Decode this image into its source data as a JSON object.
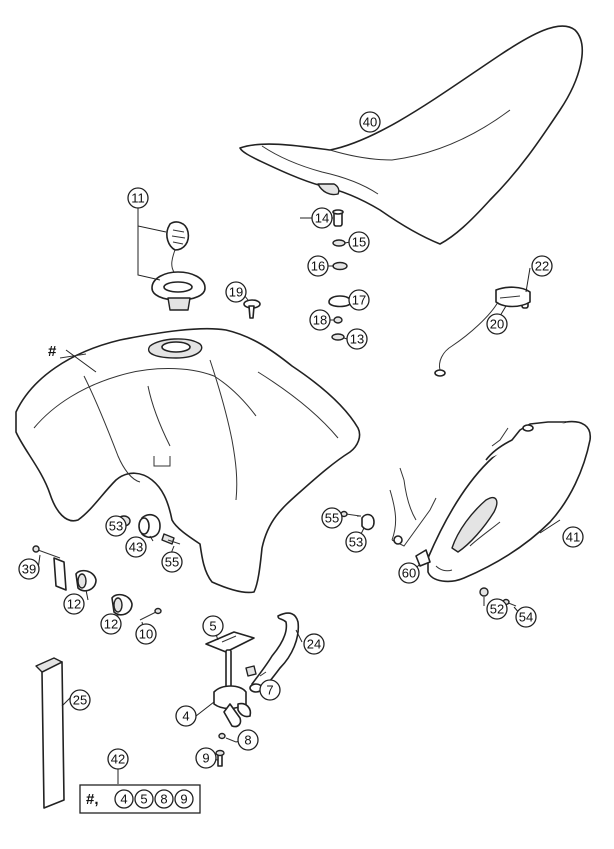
{
  "parts": [
    {
      "id": "p40",
      "label": "40"
    },
    {
      "id": "p11",
      "label": "11"
    },
    {
      "id": "p14",
      "label": "14"
    },
    {
      "id": "p15",
      "label": "15"
    },
    {
      "id": "p16",
      "label": "16"
    },
    {
      "id": "p17",
      "label": "17"
    },
    {
      "id": "p18",
      "label": "18"
    },
    {
      "id": "p13",
      "label": "13"
    },
    {
      "id": "p19",
      "label": "19"
    },
    {
      "id": "p22",
      "label": "22"
    },
    {
      "id": "p20",
      "label": "20"
    },
    {
      "id": "p53a",
      "label": "53"
    },
    {
      "id": "p43",
      "label": "43"
    },
    {
      "id": "p55a",
      "label": "55"
    },
    {
      "id": "p39",
      "label": "39"
    },
    {
      "id": "p12a",
      "label": "12"
    },
    {
      "id": "p12b",
      "label": "12"
    },
    {
      "id": "p10",
      "label": "10"
    },
    {
      "id": "p55b",
      "label": "55"
    },
    {
      "id": "p53b",
      "label": "53"
    },
    {
      "id": "p41",
      "label": "41"
    },
    {
      "id": "p60",
      "label": "60"
    },
    {
      "id": "p52",
      "label": "52"
    },
    {
      "id": "p54",
      "label": "54"
    },
    {
      "id": "p5",
      "label": "5"
    },
    {
      "id": "p24",
      "label": "24"
    },
    {
      "id": "p7",
      "label": "7"
    },
    {
      "id": "p4",
      "label": "4"
    },
    {
      "id": "p8",
      "label": "8"
    },
    {
      "id": "p9",
      "label": "9"
    },
    {
      "id": "p25",
      "label": "25"
    },
    {
      "id": "p42",
      "label": "42"
    }
  ],
  "tank_marker": "#",
  "kit": {
    "prefix": "#,",
    "items": [
      "4",
      "5",
      "8",
      "9"
    ]
  }
}
